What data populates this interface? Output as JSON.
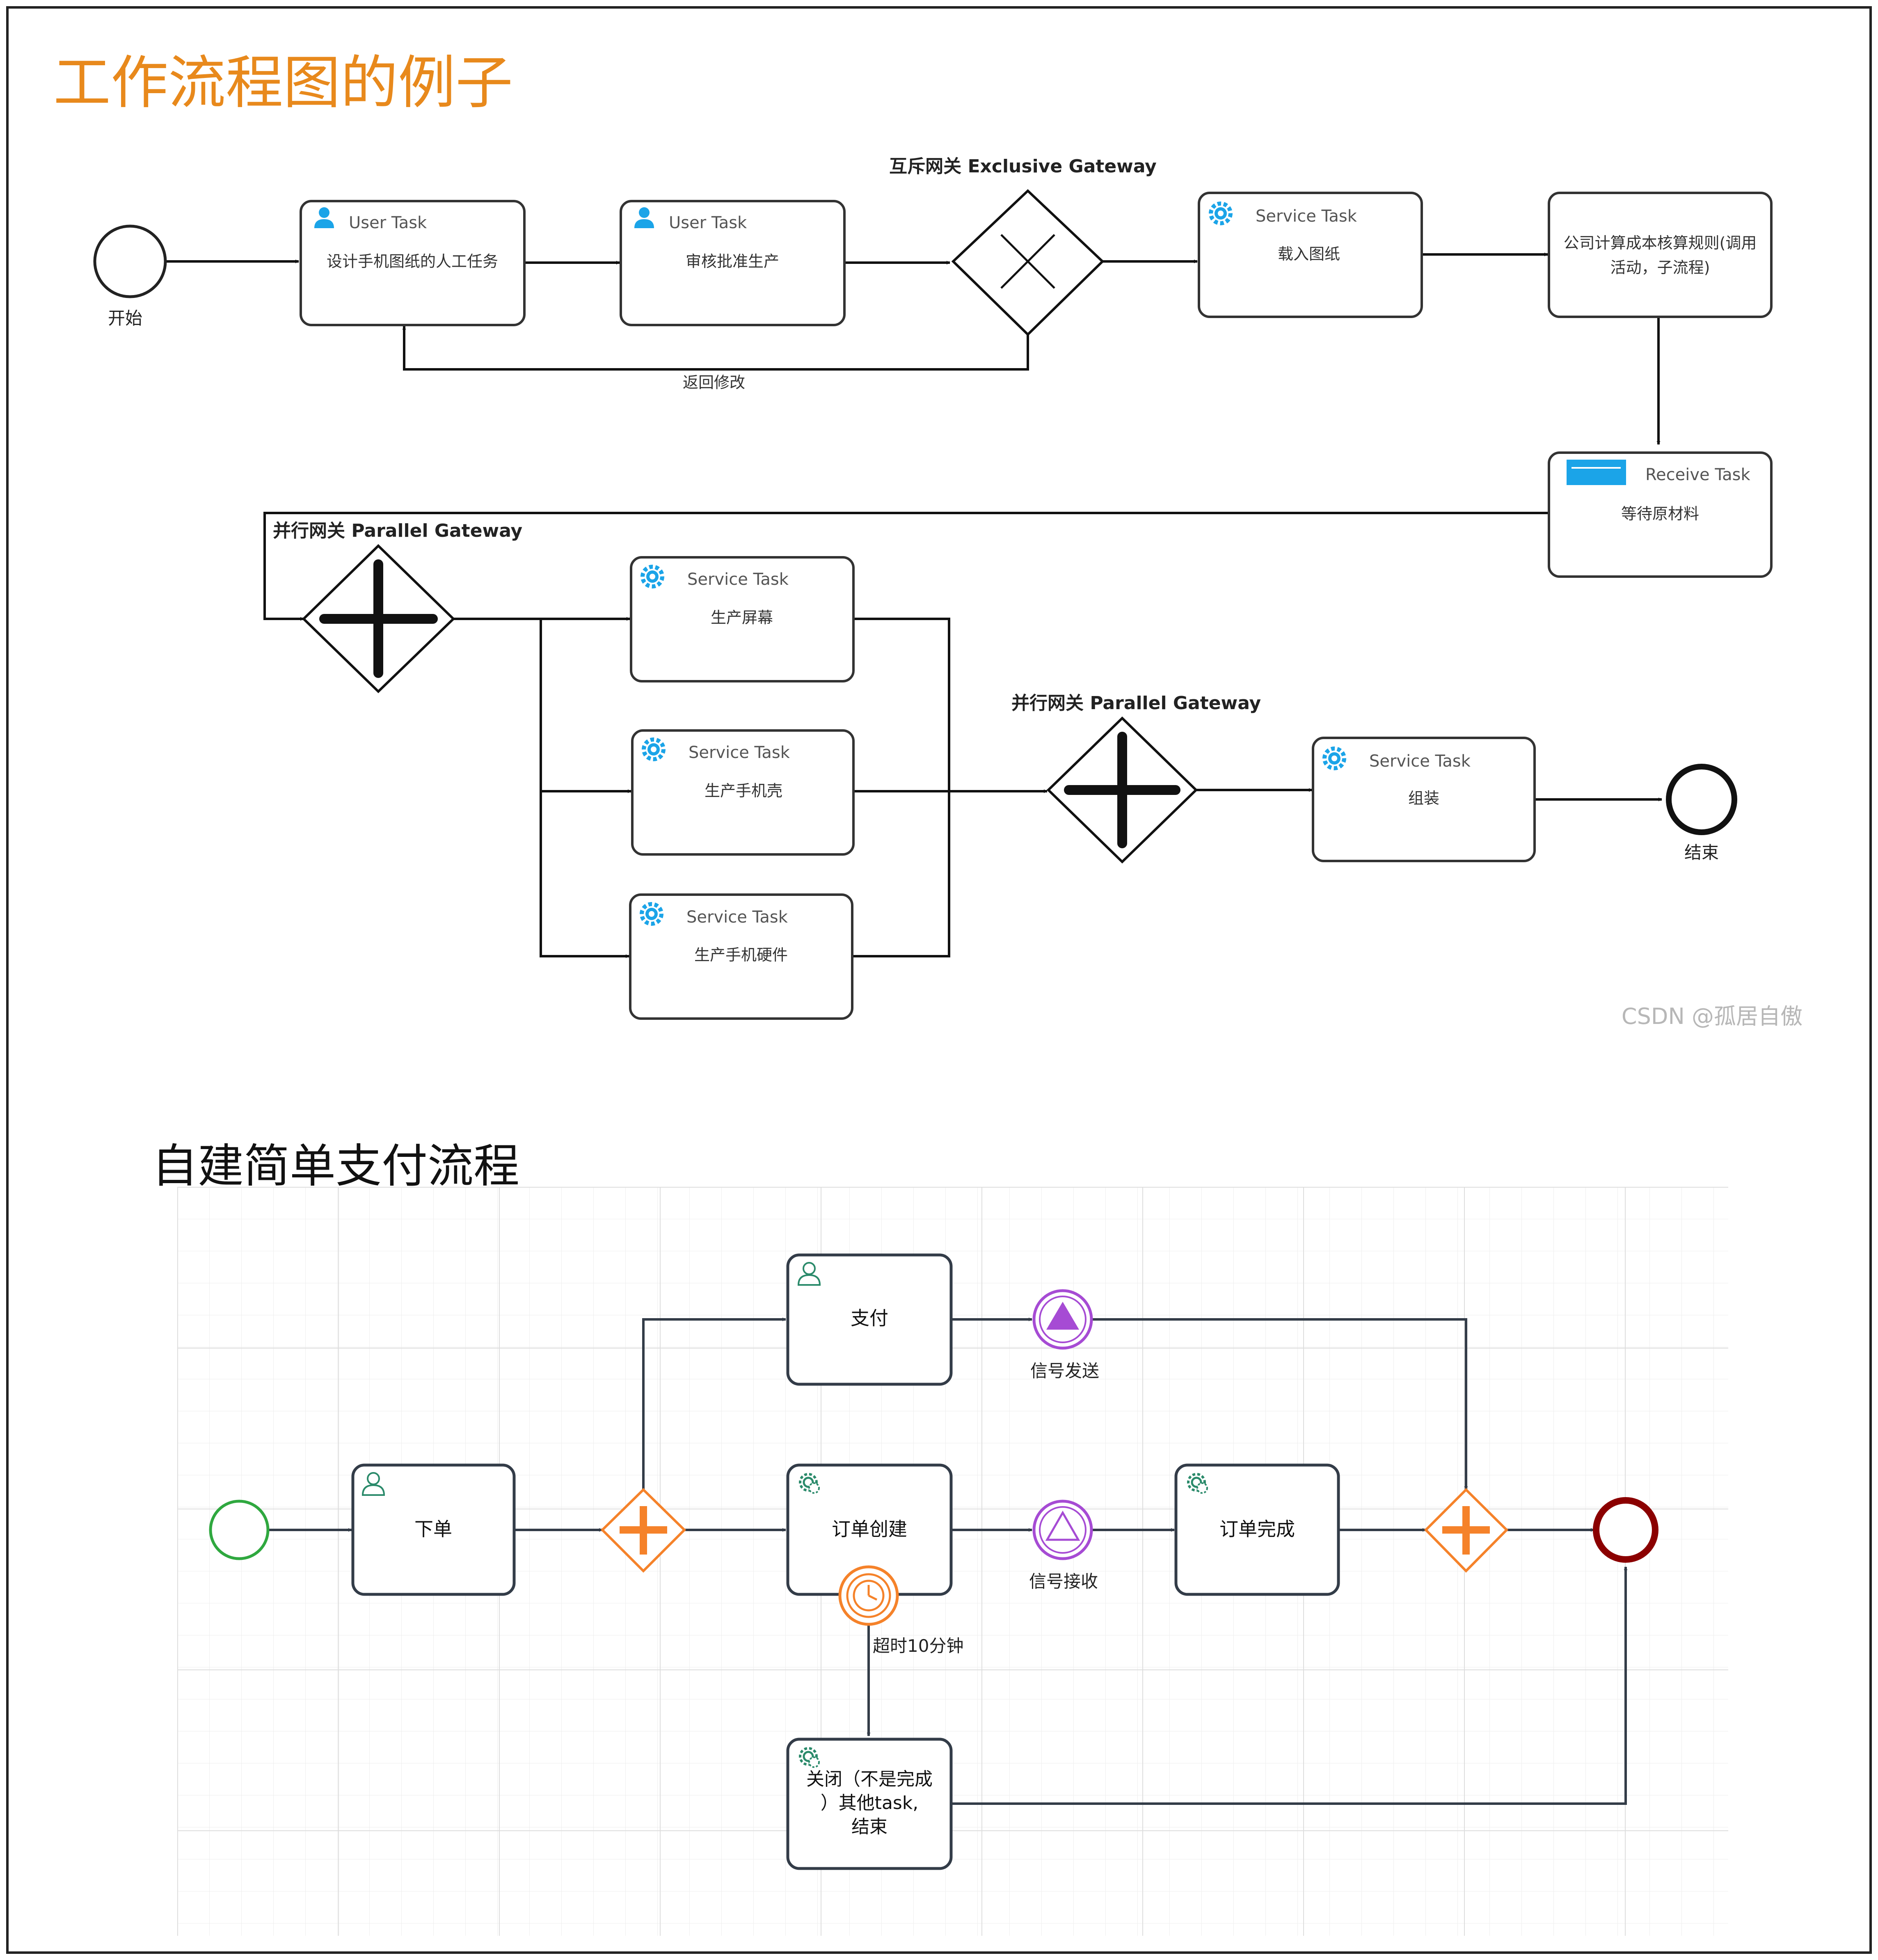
{
  "diagram1": {
    "title": "工作流程图的例子",
    "start_label": "开始",
    "end_label": "结束",
    "task_user1_type": "User Task",
    "task_user1_text": "设计手机图纸的人工任务",
    "task_user2_type": "User Task",
    "task_user2_text": "审核批准生产",
    "exclusive_gateway_label": "互斥网关 Exclusive Gateway",
    "return_label": "返回修改",
    "task_service1_type": "Service Task",
    "task_service1_text": "载入图纸",
    "subprocess_line1": "公司计算成本核算规则(调用",
    "subprocess_line2": "活动，子流程)",
    "task_receive_type": "Receive Task",
    "task_receive_text": "等待原材料",
    "parallel_gateway1_label": "并行网关 Parallel Gateway",
    "parallel_gateway2_label": "并行网关 Parallel Gateway",
    "task_screen_type": "Service Task",
    "task_screen_text": "生产屏幕",
    "task_shell_type": "Service Task",
    "task_shell_text": "生产手机壳",
    "task_hardware_type": "Service Task",
    "task_hardware_text": "生产手机硬件",
    "task_assemble_type": "Service Task",
    "task_assemble_text": "组装",
    "watermark": "CSDN @孤居自傲"
  },
  "diagram2": {
    "title": "自建简单支付流程",
    "task_order": "下单",
    "task_pay": "支付",
    "signal_send": "信号发送",
    "task_order_create": "订单创建",
    "signal_receive": "信号接收",
    "task_order_complete": "订单完成",
    "timer_label": "超时10分钟",
    "task_close_line1": "关闭（不是完成",
    "task_close_line2": "）其他task,",
    "task_close_line3": "结束"
  },
  "colors": {
    "title1": "#e8891c",
    "gateway_orange": "#f5822a",
    "signal_purple": "#a64bd4",
    "end_red": "#8b0000",
    "start_green": "#2fa83f",
    "icon_blue": "#1ba4e8",
    "box_stroke": "#2b3440"
  },
  "icons": [
    "user-icon",
    "gear-icon",
    "receive-icon",
    "timer-icon",
    "signal-throw-icon",
    "signal-catch-icon"
  ]
}
